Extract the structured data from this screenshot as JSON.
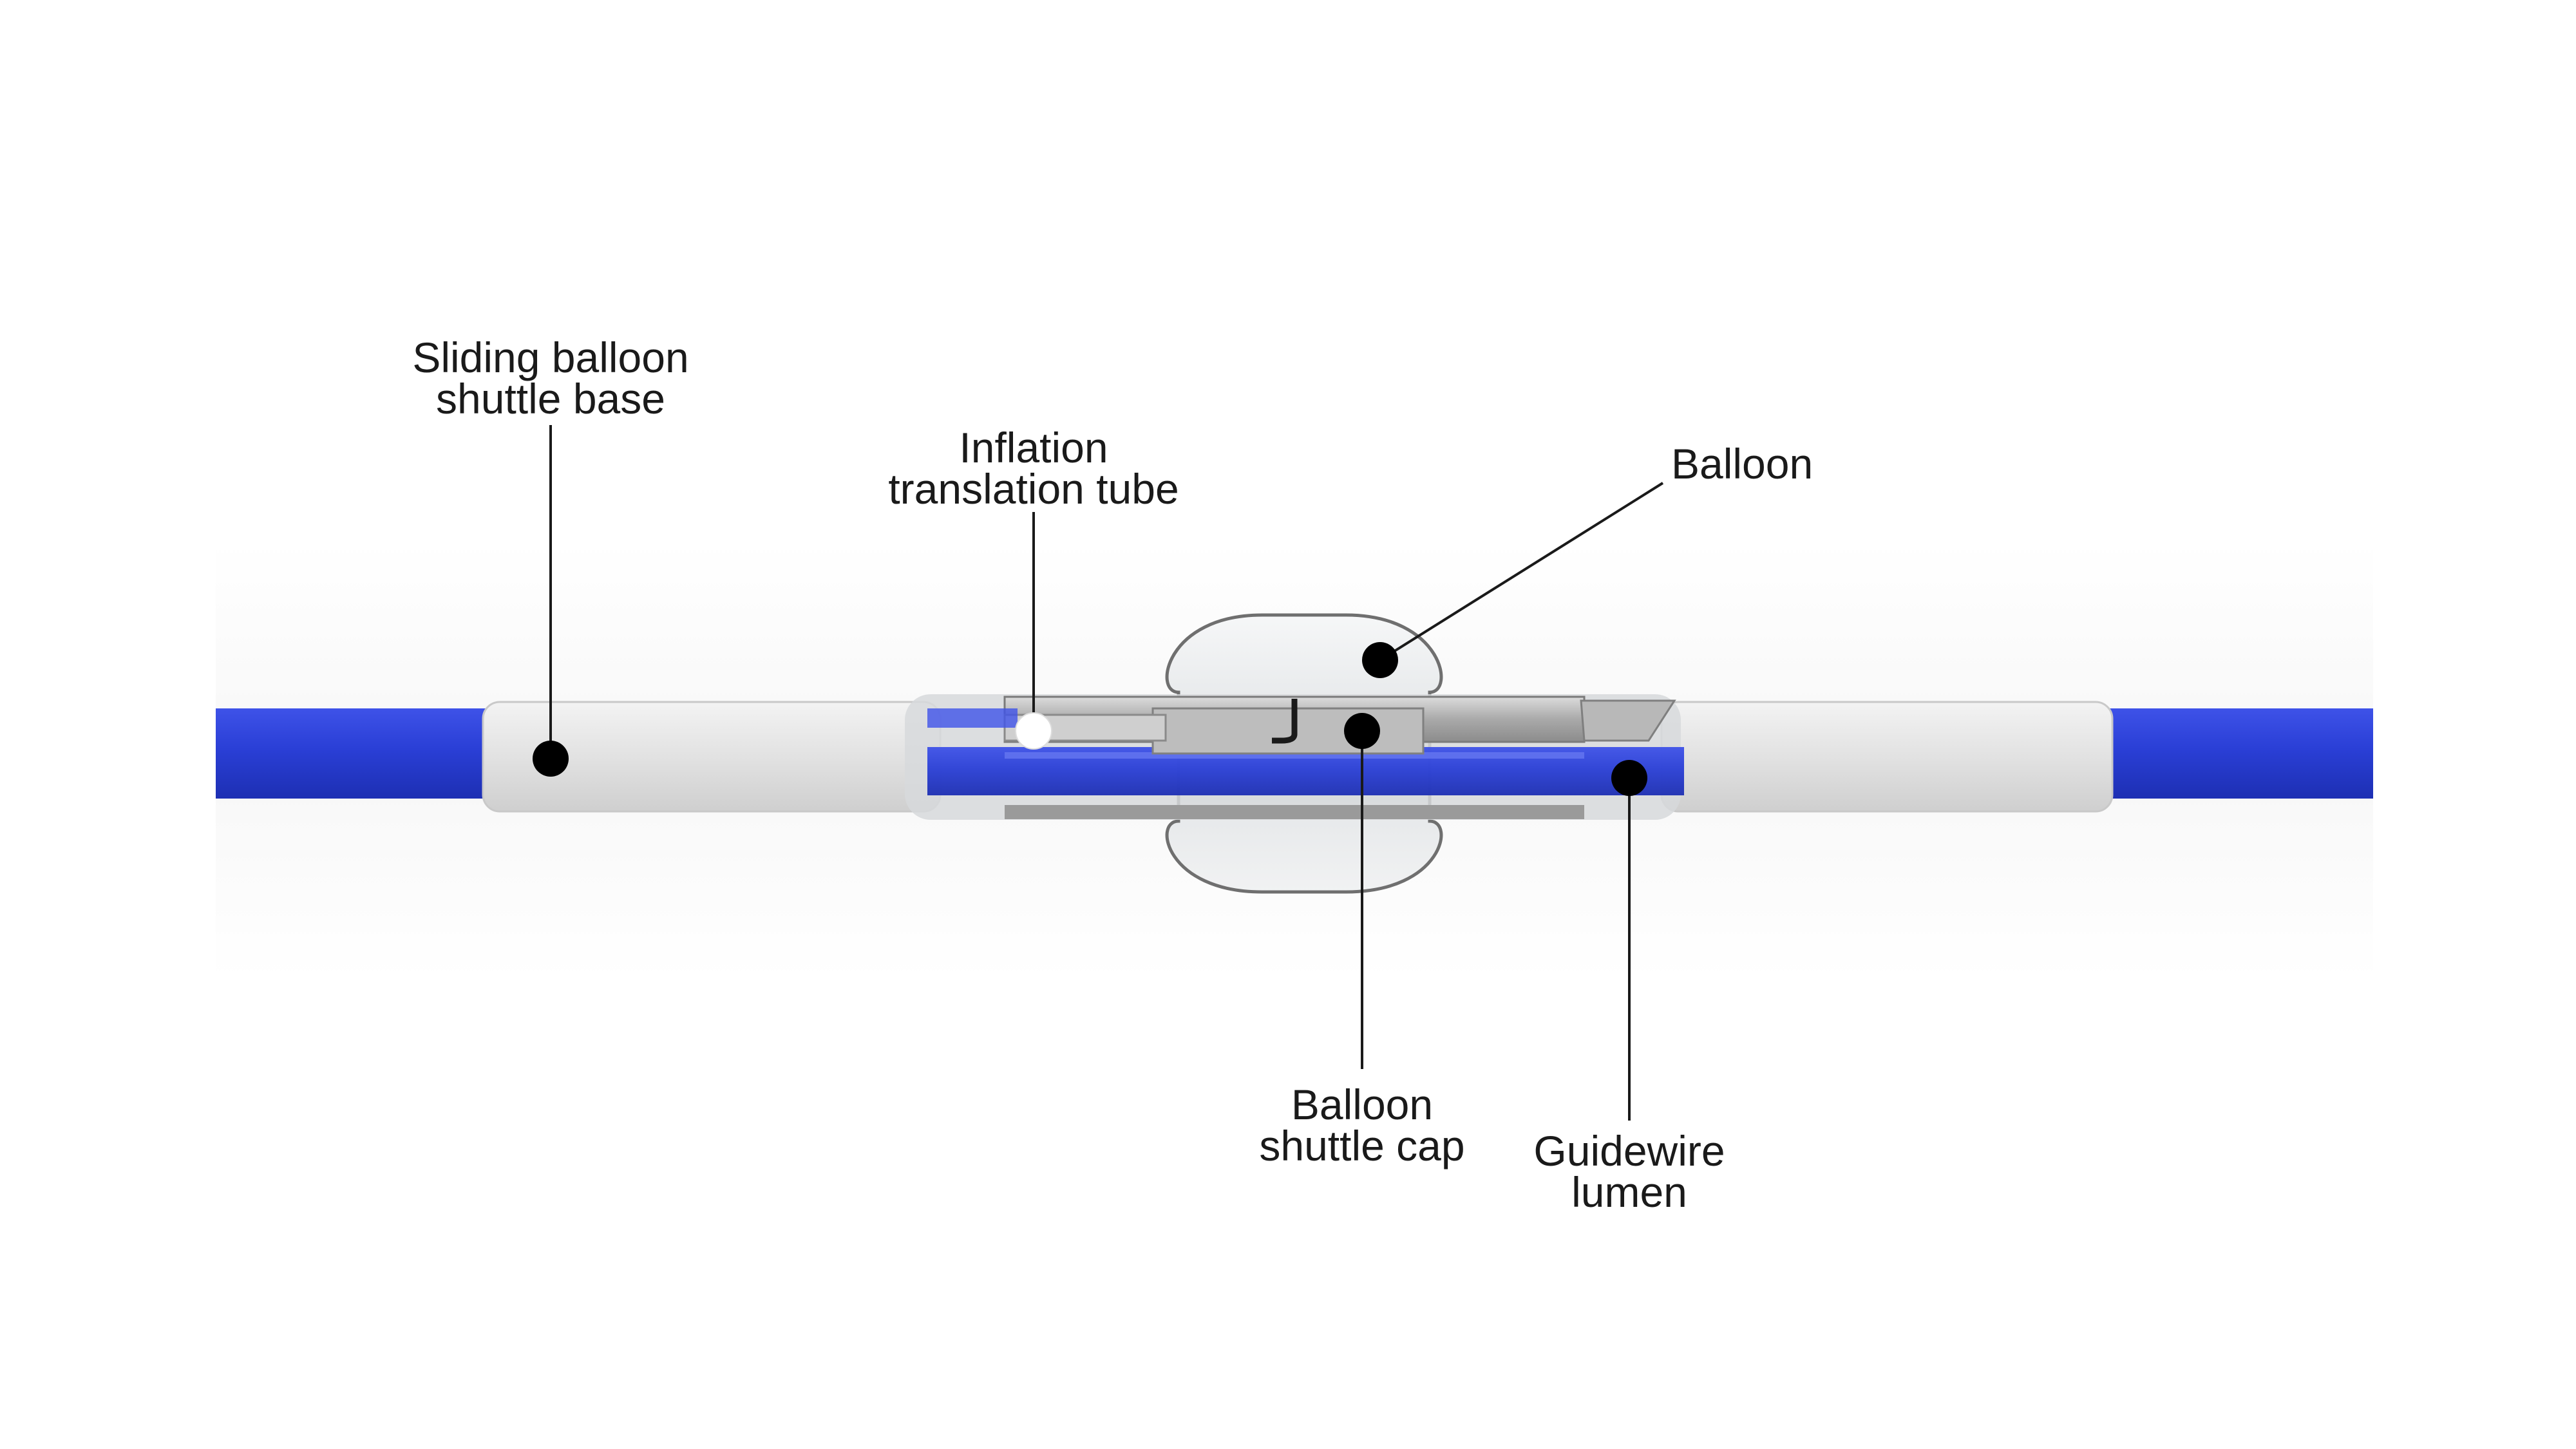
{
  "labels": {
    "sliding_base": {
      "line1": "Sliding balloon",
      "line2": "shuttle base"
    },
    "inflation_tube": {
      "line1": "Inflation",
      "line2": "translation tube"
    },
    "balloon": {
      "line1": "Balloon"
    },
    "shuttle_cap": {
      "line1": "Balloon",
      "line2": "shuttle cap"
    },
    "guidewire_lumen": {
      "line1": "Guidewire",
      "line2": "lumen"
    }
  },
  "colors": {
    "catheter_blue": "#2a3fd6",
    "sleeve_gray": "#e3e3e3",
    "balloon_glass": "#e9ecee",
    "marker_black": "#000000",
    "marker_white": "#ffffff",
    "leader_line": "#1a1a1a"
  }
}
